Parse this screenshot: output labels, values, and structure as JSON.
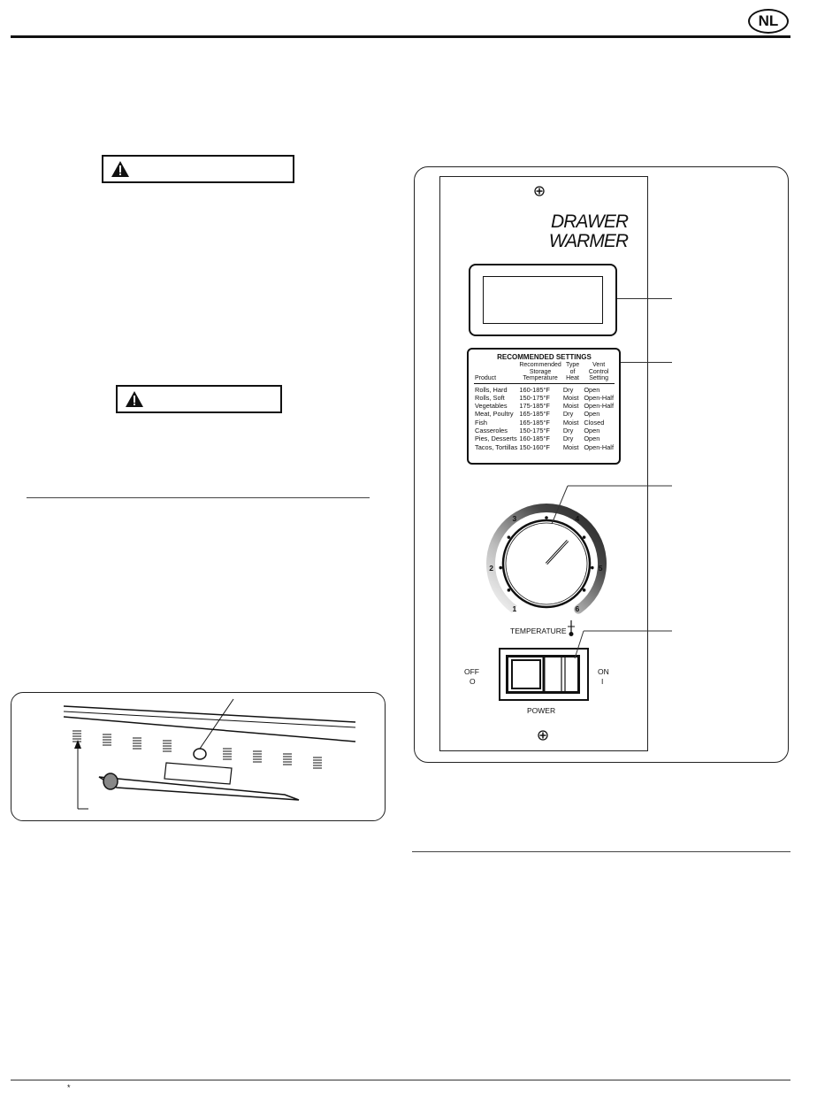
{
  "header": {
    "badge": "NL"
  },
  "panel": {
    "brand_line1": "DRAWER",
    "brand_line2": "WARMER",
    "settings_title": "RECOMMENDED SETTINGS",
    "settings_headers": [
      "Product",
      "Recommended Storage Temperature",
      "Type of Heat",
      "Vent Control Setting"
    ],
    "settings_rows": [
      [
        "Rolls, Hard",
        "160-185°F",
        "Dry",
        "Open"
      ],
      [
        "Rolls, Soft",
        "150-175°F",
        "Moist",
        "Open-Half"
      ],
      [
        "Vegetables",
        "175-185°F",
        "Moist",
        "Open-Half"
      ],
      [
        "Meat, Poultry",
        "165-185°F",
        "Dry",
        "Open"
      ],
      [
        "Fish",
        "165-185°F",
        "Moist",
        "Closed"
      ],
      [
        "Casseroles",
        "150-175°F",
        "Dry",
        "Open"
      ],
      [
        "Pies, Desserts",
        "160-185°F",
        "Dry",
        "Open"
      ],
      [
        "Tacos, Tortillas",
        "150-160°F",
        "Moist",
        "Open-Half"
      ]
    ],
    "dial_numbers": [
      "1",
      "2",
      "3",
      "4",
      "5",
      "6"
    ],
    "temperature_label": "TEMPERATURE",
    "off_label": "OFF",
    "off_symbol": "O",
    "on_label": "ON",
    "on_symbol": "I",
    "power_label": "POWER"
  },
  "footer": {
    "mark": "*"
  },
  "icons": [
    "warning-triangle-icon",
    "screw-icon",
    "thermometer-icon"
  ]
}
